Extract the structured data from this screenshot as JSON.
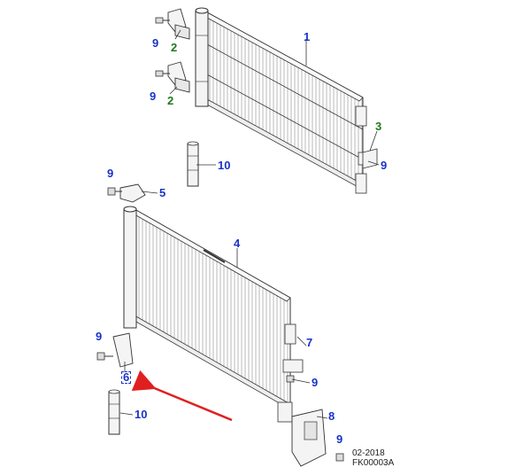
{
  "colors": {
    "callout_blue": "#1a33c8",
    "callout_green": "#1f7a1f",
    "arrow_red": "#e02020",
    "line": "#333333",
    "part_fill": "#f4f4f4"
  },
  "callouts": {
    "p1": "1",
    "p2a": "2",
    "p2b": "2",
    "p3": "3",
    "p4": "4",
    "p5": "5",
    "p6": "6",
    "p7": "7",
    "p8": "8",
    "p9a": "9",
    "p9b": "9",
    "p9c": "9",
    "p9d": "9",
    "p9e": "9",
    "p9f": "9",
    "p9g": "9",
    "p10a": "10",
    "p10b": "10"
  },
  "footer": {
    "date": "02-2018",
    "figure_code": "FK00003A"
  },
  "icons": {
    "highlight_arrow": "red-arrow-icon"
  }
}
